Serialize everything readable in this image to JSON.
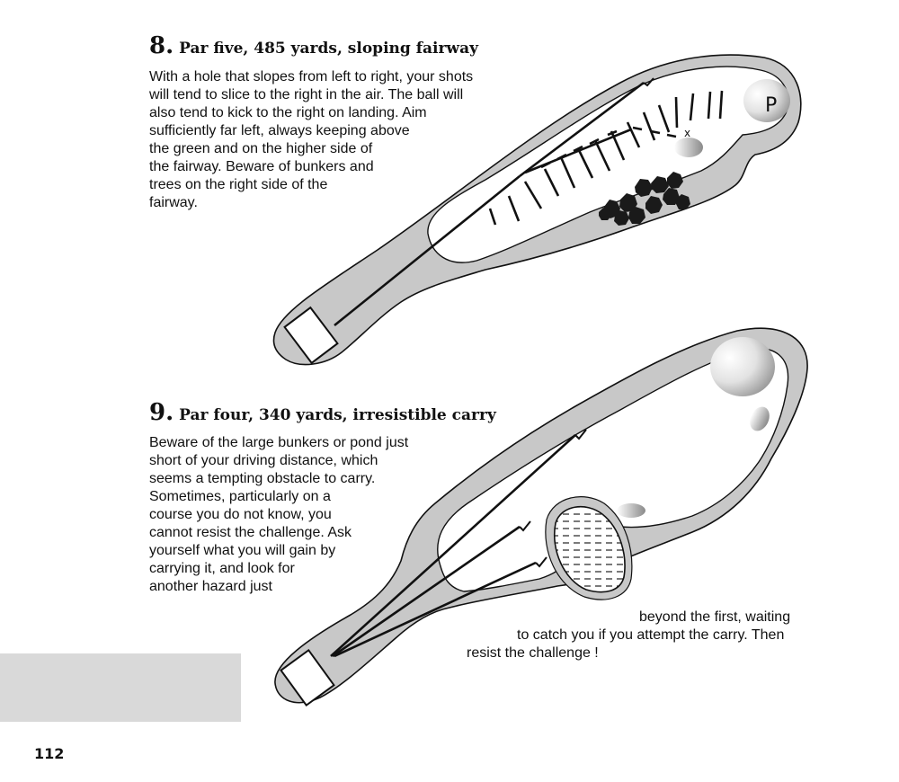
{
  "page": {
    "number": "112"
  },
  "hole8": {
    "number": "8.",
    "title": "Par five, 485 yards, sloping fairway",
    "lines": [
      "With a hole that slopes from left to right, your shots",
      "will tend to slice to the right in the air. The ball will",
      "also tend to kick to the right on landing. Aim",
      "sufficiently far left, always keeping above",
      "the green and on the higher side of",
      "the fairway. Beware of bunkers and",
      "trees on the right side of the",
      "fairway."
    ],
    "diagram": {
      "flag_letter": "P",
      "mark": "x"
    }
  },
  "hole9": {
    "number": "9.",
    "title": "Par four, 340 yards, irresistible carry",
    "lines": [
      "Beware of the large bunkers or pond just",
      "short of your driving distance, which",
      "seems a tempting obstacle to carry.",
      "Sometimes, particularly on a",
      "course you do not know, you",
      "cannot resist the challenge. Ask",
      "yourself what you will gain by",
      "carrying it, and look for",
      "another hazard just"
    ],
    "tail_lines": [
      "beyond the first, waiting",
      "to catch you if you attempt the carry. Then",
      "resist the challenge !"
    ]
  },
  "colors": {
    "rough": "#c8c8c8",
    "fairway": "#ffffff",
    "ink": "#111111",
    "trees": "#1a1a1a"
  }
}
